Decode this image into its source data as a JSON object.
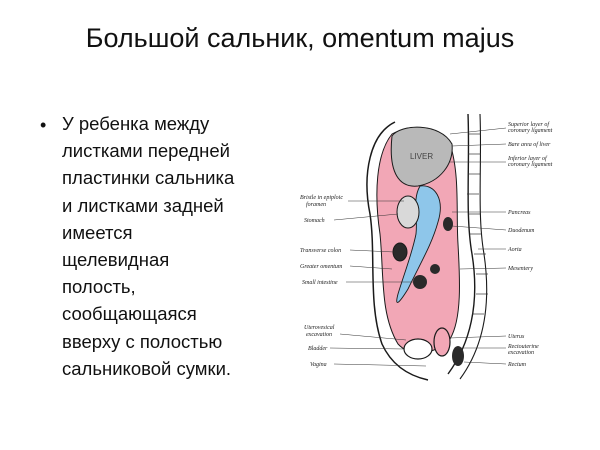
{
  "slide": {
    "title": "Большой сальник, omentum majus",
    "bullet": "У ребенка между\nлистками передней\nпластинки сальника\nи листками задней\nимеется\nщелевидная\nполость,\nсообщающаяся\nвверху с полостью\nсальниковой сумки."
  },
  "figure": {
    "organ_label": "LIVER",
    "labels_left": [
      "Bristle in epiploic",
      "foramen",
      "Stomach",
      "Transverse colon",
      "Greater omentum",
      "Small intestine",
      "Uterovesical",
      "excavation",
      "Bladder",
      "Vagina"
    ],
    "labels_right": [
      "Superior layer of",
      "coronary ligament",
      "Bare area of liver",
      "Inferior layer of",
      "coronary ligament",
      "Pancreas",
      "Duodenum",
      "Aorta",
      "Mesentery",
      "Uterus",
      "Rectouterine",
      "excavation",
      "Rectum"
    ],
    "colors": {
      "peritoneum": "#f2a7b6",
      "omental_bursa": "#8ec6ea",
      "liver": "#b9b9b9",
      "outline": "#1a1a1a"
    }
  }
}
